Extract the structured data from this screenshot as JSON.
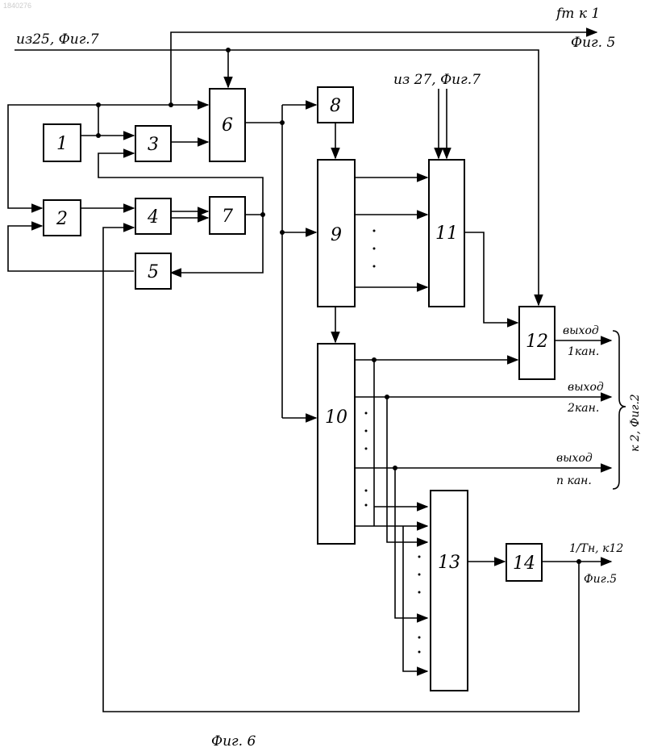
{
  "watermark": "1840276",
  "caption": "Фиг. 6",
  "blocks": [
    {
      "id": "1",
      "label": "1"
    },
    {
      "id": "2",
      "label": "2"
    },
    {
      "id": "3",
      "label": "3"
    },
    {
      "id": "4",
      "label": "4"
    },
    {
      "id": "5",
      "label": "5"
    },
    {
      "id": "6",
      "label": "6"
    },
    {
      "id": "7",
      "label": "7"
    },
    {
      "id": "8",
      "label": "8"
    },
    {
      "id": "9",
      "label": "9"
    },
    {
      "id": "10",
      "label": "10"
    },
    {
      "id": "11",
      "label": "11"
    },
    {
      "id": "12",
      "label": "12"
    },
    {
      "id": "13",
      "label": "13"
    },
    {
      "id": "14",
      "label": "14"
    }
  ],
  "annotations": {
    "input_fig7_25": "из25, Фиг.7",
    "input_fig7_27": "из 27, Фиг.7",
    "out_fm_to1": "fm к 1",
    "out_fm_fig5": "Фиг. 5",
    "out1_a": "выход",
    "out1_b": "1кан.",
    "out2_a": "выход",
    "out2_b": "2кан.",
    "outn_a": "выход",
    "outn_b": "n кан.",
    "brace_label": "к 2, Фиг.2",
    "out_14_a": "1/Tн, к12",
    "out_14_b": "Фиг.5"
  }
}
